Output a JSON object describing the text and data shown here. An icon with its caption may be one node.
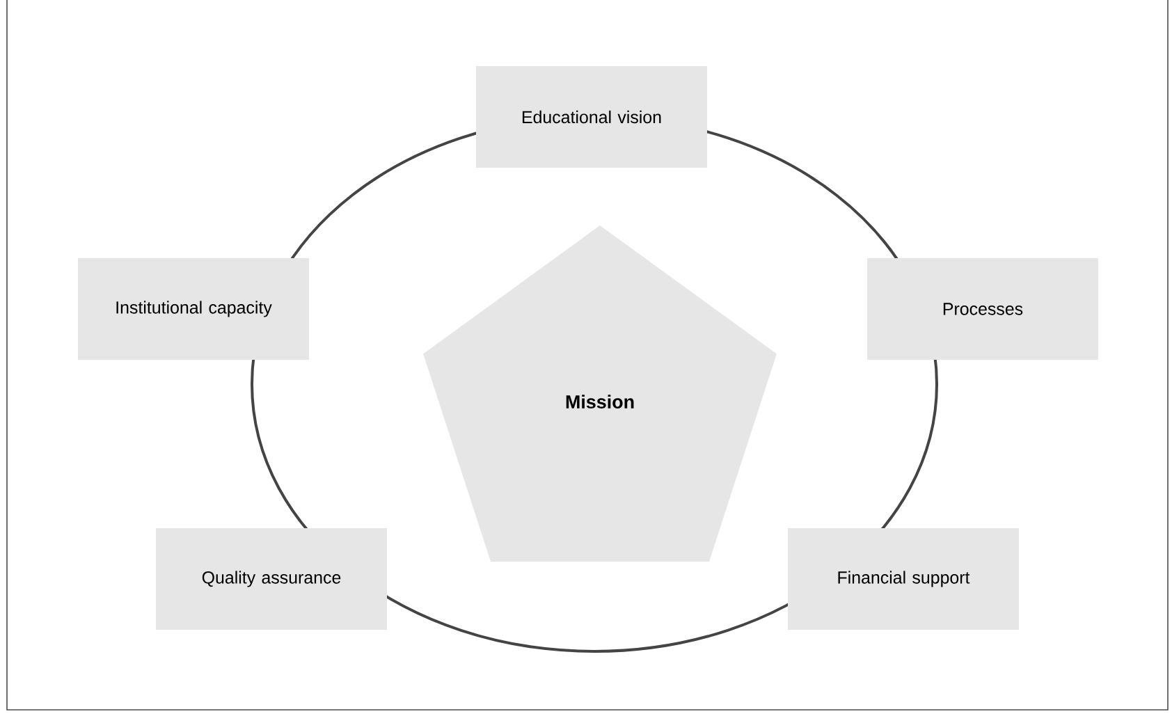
{
  "diagram": {
    "nodes": [
      {
        "text": [
          "Educational vision"
        ]
      },
      {
        "text": [
          "Institutional capacity"
        ]
      },
      {
        "text": [
          "Processes"
        ]
      },
      {
        "text": [
          "Mission"
        ]
      },
      {
        "text": [
          "Quality assurance"
        ]
      },
      {
        "text": [
          "Financial support"
        ]
      }
    ]
  }
}
